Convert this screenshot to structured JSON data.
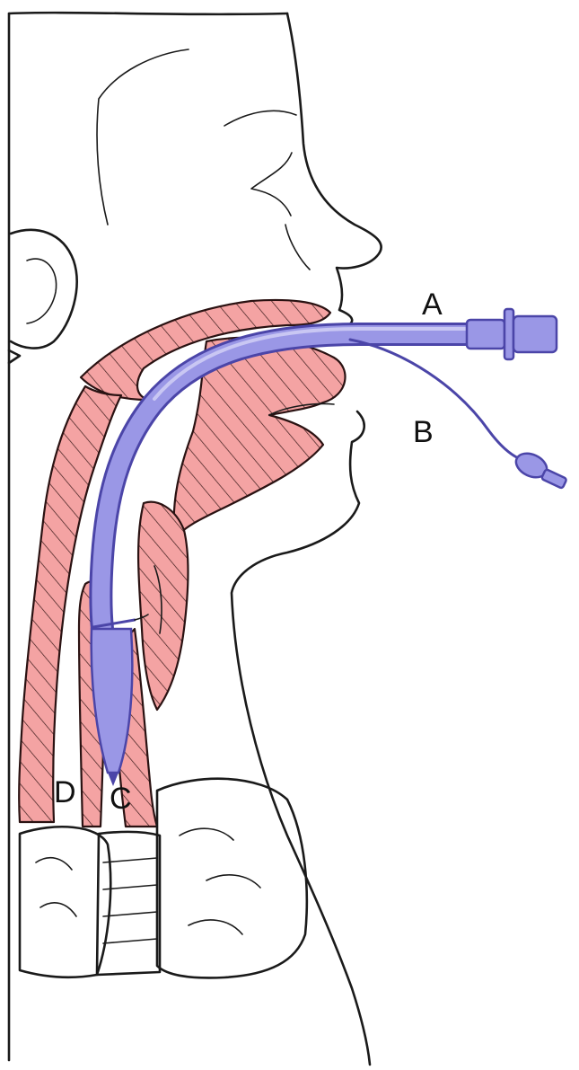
{
  "labels": {
    "a": "A",
    "b": "B",
    "c": "C",
    "d": "D"
  },
  "colors": {
    "tissue": "#f4a3a3",
    "tube": "#9a97e6",
    "tube_dark": "#4b45a8",
    "outline": "#1a1a1a"
  }
}
